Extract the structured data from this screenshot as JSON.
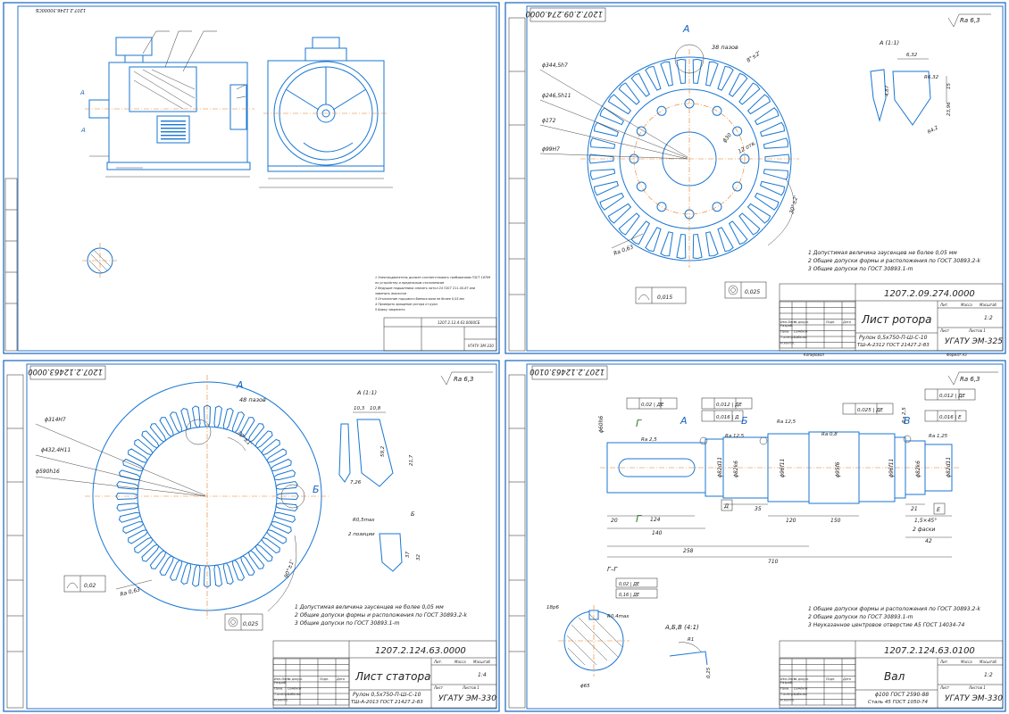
{
  "sheets": {
    "assembly": {
      "stamp": "1207.2.1246.30000СБ",
      "title_code": "1207.2.12.4.63.0000СБ",
      "org": "УГАТУ ЭМ-330",
      "notes": [
        "1 Электродвигатель должен соответствовать требованиям ГОСТ 18709",
        "по устройству и предельным отклонениям",
        "2 Ведущие подшипники смазать литол 24 ГОСТ 211-50-87 или",
        "заменить аналогом",
        "3 Отклонение торцового биения вала не более 0,05 мм",
        "4 Проверить вращение ротора от руки",
        "5 Бирку закрепить"
      ]
    },
    "rotor": {
      "stamp": "1207.2.09.274.0000",
      "code": "1207.2.09.274.0000",
      "title": "Лист ротора",
      "material": "Рулон 0,5х750-П-Ш-С-10",
      "material2": "ТШ-А-2312 ГОСТ 21427.2-83",
      "org": "УГАТУ ЭМ-325",
      "scale": "1:2",
      "roughness": "Ra 6,3",
      "slots": "38 пазов",
      "view_label": "А",
      "detail_label": "А (1:1)",
      "dims": [
        "ϕ344,5h7",
        "ϕ246,5h11",
        "ϕ172",
        "ϕ99H7",
        "ϕ30",
        "12 отв.",
        "8°±2'",
        "30°±2'",
        "Ra 0,63"
      ],
      "detail_dims": [
        "6,32",
        "R6,32",
        "15",
        "23,96",
        "R4,2",
        "4,87"
      ],
      "tol_flat": "0,015",
      "tol_round": "0,025",
      "notes": [
        "1 Допустимая величина заусенцев не более 0,05 мм",
        "2 Общие допуски формы и расположения по ГОСТ 30893.2-k",
        "3 Общие допуски по ГОСТ 30893.1-m"
      ]
    },
    "stator": {
      "stamp": "1207.2.12463.0000",
      "code": "1207.2.124.63.0000",
      "title": "Лист статора",
      "material": "Рулон 0,5х750-П-Ш-С-10",
      "material2": "ТШ-А-2013 ГОСТ 21427.2-83",
      "org": "УГАТУ ЭМ-330",
      "scale": "1:4",
      "roughness": "Ra 6,3",
      "slots": "48 пазов",
      "view_label": "А",
      "section_label": "Б",
      "detail_a": "А (1:1)",
      "detail_b": "Б",
      "dims": [
        "ϕ314H7",
        "ϕ432,4H11",
        "ϕ590h16",
        "Ra 0,63",
        "90°±1'",
        "30°±1'"
      ],
      "detail_dims": [
        "10,3",
        "10,8",
        "59,2",
        "21,7",
        "7,26",
        "R0,5max",
        "2 позиции",
        "37",
        "32"
      ],
      "tol_flat": "0,02",
      "tol_round": "0,025",
      "notes": [
        "1 Допустимая величина заусенцев не более 0,05 мм",
        "2 Общие допуски формы и расположения по ГОСТ 30893.2-k",
        "3 Общие допуски по ГОСТ 30893.1-m"
      ]
    },
    "shaft": {
      "stamp": "1207.2.12463.0100",
      "code": "1207.2.124.63.0100",
      "title": "Вал",
      "material": "ϕ100 ГОСТ 2590-88",
      "material2": "Сталь 45 ГОСТ 1050-74",
      "org": "УГАТУ ЭМ-330",
      "scale": "1:2",
      "roughness": "Ra 6,3",
      "section_label": "Г–Г",
      "detail_label": "А,Б,В (4:1)",
      "markers": [
        "А",
        "Б",
        "В",
        "Г",
        "Г"
      ],
      "tol_frames": [
        "0,02 | ДЕ",
        "0,012 | ДЕ",
        "0,016 | Д",
        "0,025 | ДЕ",
        "0,012 | ДЕ",
        "0,016 | Е"
      ],
      "dims": [
        "ϕ60h6",
        "ϕ82d11",
        "ϕ82k6",
        "ϕ96f11",
        "ϕ95f6",
        "ϕ96f11",
        "ϕ82k6",
        "ϕ82d11",
        "20",
        "124",
        "140",
        "35",
        "120",
        "150",
        "21",
        "1,5×45°",
        "2 фаски",
        "42",
        "258",
        "710"
      ],
      "ra_marks": [
        "Ra 2,5",
        "Ra 12,5",
        "Ra 12,5",
        "Ra 0,8",
        "Ra 2,5",
        "Ra 1,25"
      ],
      "datums": [
        "Д",
        "Е"
      ],
      "section_dims": [
        "18р6",
        "ϕ65",
        "R0,4max",
        "0,02 | ДЕ",
        "0,16 | ДЕ"
      ],
      "detail_dims": [
        "R1",
        "0,25"
      ],
      "notes": [
        "1 Общие допуски формы и расположения по ГОСТ 30893.2-k",
        "2 Общие допуски по ГОСТ 30893.1-m",
        "3 Неуказанное центровое отверстие А5 ГОСТ 14034-74"
      ]
    }
  },
  "title_block": {
    "rows": [
      "Изм.Лист",
      "№ докум.",
      "Подп.",
      "Дата",
      "Разраб.",
      "Пров.",
      "Т.контр.",
      "Н.контр.",
      "Утв."
    ],
    "lit": "Лит.",
    "mass": "Масса",
    "scale_hdr": "Масштаб",
    "sheet": "Лист",
    "sheets": "Листов 1",
    "copied": "Копировал",
    "format": "Формат А3",
    "author": "Семёнов",
    "checker": "Бабкова"
  },
  "colors": {
    "frame": "#1565c0",
    "outline": "#1976d2",
    "center": "#e67e22",
    "ink": "#222222"
  }
}
